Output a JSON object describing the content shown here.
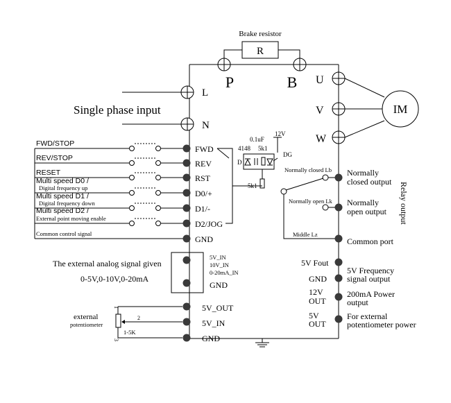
{
  "brake": {
    "label": "Brake resistor",
    "r": "R"
  },
  "power": {
    "p": "P",
    "b": "B",
    "l": "L",
    "n": "N",
    "single_phase": "Single phase input"
  },
  "motor": {
    "u": "U",
    "v": "V",
    "w": "W",
    "im": "IM"
  },
  "inputs": {
    "fwd_stop": "FWD/STOP",
    "rev_stop": "REV/STOP",
    "reset": "RESET",
    "d0_line1": "Multi speed D0 /",
    "d0_line2": "Digital frequency  up",
    "d1_line1": "Multi speed D1 /",
    "d1_line2": "Digital frequency  down",
    "d2_line1": "Multi speed D2 /",
    "d2_line2": "External point moving enable",
    "common": "Common control signal"
  },
  "terminals": {
    "fwd": "FWD",
    "rev": "REV",
    "rst": "RST",
    "d0": "D0/+",
    "d1": "D1/-",
    "d2": "D2/JOG",
    "gnd": "GND"
  },
  "led_circuit": {
    "cap": "0.1uF",
    "v12": "12V",
    "diode_part": "4148",
    "r1": "5k1",
    "d": "D",
    "dg": "DG",
    "r2": "5k1"
  },
  "relay": {
    "nc_lb": "Normally closed Lb",
    "no_lk": "Normally open Lk",
    "middle": "Middle Lz",
    "nc_out_1": "Normally",
    "nc_out_2": "closed  output",
    "no_out_1": "Normally",
    "no_out_2": "open output",
    "common": "Common port",
    "side_label": "Relay output"
  },
  "analog": {
    "title": "The external analog signal given",
    "range": "0-5V,0-10V,0-20mA",
    "in1": "5V_IN",
    "in2": "10V_IN",
    "in3": "0-20mA_IN",
    "gnd": "GND"
  },
  "bottom": {
    "v5out": "5V_OUT",
    "v5in": "5V_IN",
    "gnd": "GND",
    "pot_line1": "external",
    "pot_line2": "potentiometer",
    "pot_range": "1-5K",
    "pin1": "1",
    "pin2": "2",
    "pin3": "3"
  },
  "outputs": {
    "fout": "5V Fout",
    "freq_1": "5V Frequency",
    "freq_2": "signal output",
    "gnd": "GND",
    "v12_1": "12V",
    "v12_2": "OUT",
    "pwr_1": "200mA Power",
    "pwr_2": "output",
    "v5_1": "5V",
    "v5_2": "OUT",
    "ext_1": "For external",
    "ext_2": "potentiometer power"
  }
}
